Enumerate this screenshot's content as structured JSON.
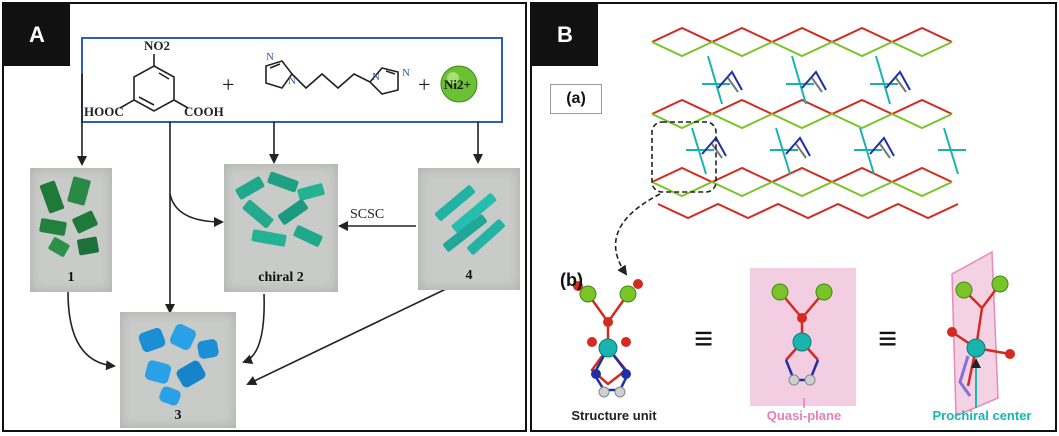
{
  "panelA": {
    "tag": "A",
    "reagent_nitro": "NO2",
    "reagent_left_acid": "HOOC",
    "reagent_right_acid": "COOH",
    "plus1": "+",
    "plus2": "+",
    "metal_ion": "Ni2+",
    "arrow_label": "SCSC",
    "photos": [
      {
        "id": "1",
        "label": "1",
        "color": "#1f7a3a"
      },
      {
        "id": "2",
        "label": "chiral  2",
        "color": "#20a88c"
      },
      {
        "id": "4",
        "label": "4",
        "color": "#22b3a4"
      },
      {
        "id": "3",
        "label": "3",
        "color": "#1a8fd6"
      }
    ]
  },
  "panelB": {
    "tag": "B",
    "sub_a": "(a)",
    "sub_b": "(b)",
    "equiv1": "≡",
    "equiv2": "≡",
    "captions": [
      {
        "text": "Structure unit",
        "color": "#222222"
      },
      {
        "text": "Quasi-plane",
        "color": "#e77fb0"
      },
      {
        "text": "Prochiral center",
        "color": "#17b8b0"
      }
    ]
  },
  "colors": {
    "boxBlue": "#2f5fb0",
    "red": "#d42a1f",
    "green": "#7bc427",
    "teal": "#19b3ad",
    "navy": "#1f2fa8",
    "pink": "#f3cde1"
  }
}
